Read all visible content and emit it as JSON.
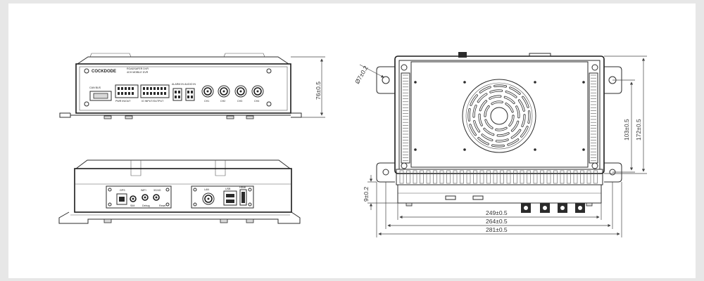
{
  "diagram": {
    "front_panel": {
      "brand": "COCKDODE",
      "model_text_1": "ROADSAFER DVR",
      "model_text_2": "4CH MOBILE DVR",
      "connector_labels": [
        "PWR IN/OUT",
        "IO INPUT/OUTPUT",
        "ALARM IN",
        "AUDIO IN",
        "CH1",
        "CH2",
        "CH3",
        "CH4"
      ],
      "left_port_label": "CAN BUS"
    },
    "back_panel": {
      "port_labels": [
        "GPS",
        "WIFI",
        "3G/4G"
      ],
      "bottom_labels": [
        "SIM",
        "Debug",
        "Reset"
      ],
      "right_port_labels": [
        "LAN",
        "USB",
        "HDMI"
      ]
    },
    "dimensions": {
      "height": "76±0.5",
      "hole": "Ø7±0.2",
      "inner_height": "103±0.5",
      "outer_height": "172±0.5",
      "flange": "9±0.2",
      "width_1": "249±0.5",
      "width_2": "264±0.5",
      "width_3": "281±0.5"
    }
  }
}
